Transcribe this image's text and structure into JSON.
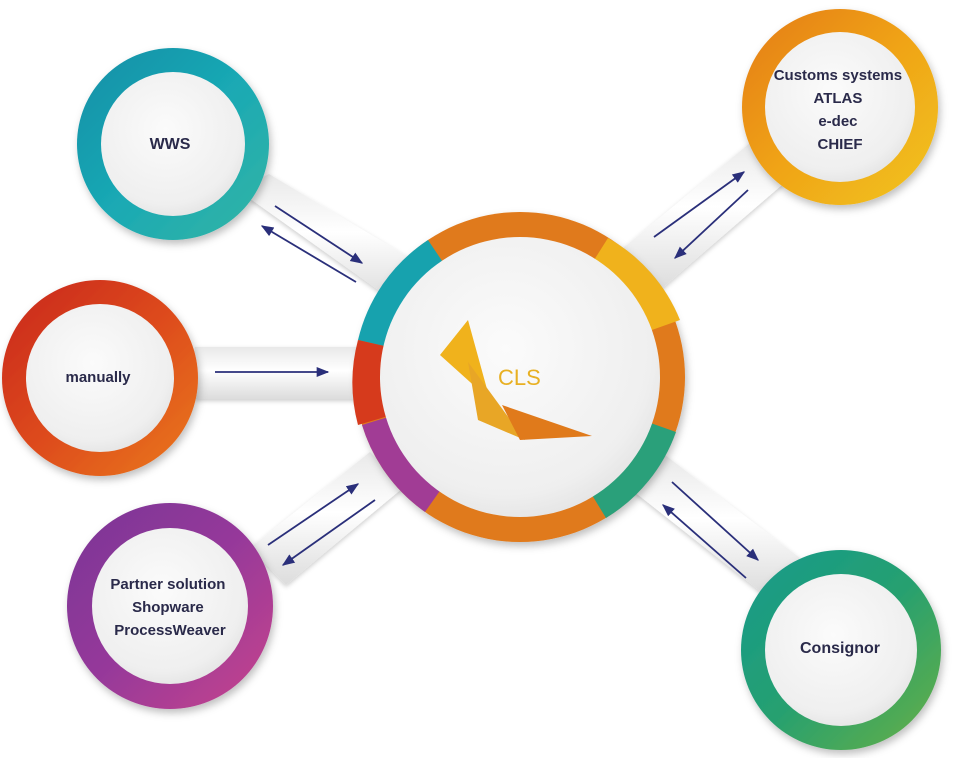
{
  "center": {
    "label": "CLS"
  },
  "nodes": {
    "wws": {
      "lines": [
        "WWS"
      ]
    },
    "manually": {
      "lines": [
        "manually"
      ]
    },
    "partner": {
      "lines": [
        "Partner solution",
        "Shopware",
        "ProcessWeaver"
      ]
    },
    "customs": {
      "lines": [
        "Customs systems",
        "ATLAS",
        "e-dec",
        "CHIEF"
      ]
    },
    "consignor": {
      "lines": [
        "Consignor"
      ]
    }
  },
  "colors": {
    "text": "#2a2a4a",
    "arrow": "#2a2f7a",
    "wws_ring": "#17a2ae",
    "manually_ring": "#d93a1c",
    "partner_ring": "#8d3a98",
    "customs_ring": "#f0a418",
    "consignor_ring": "#2aa070",
    "cls_orange": "#e07a1b",
    "cls_yellow": "#e8b023"
  },
  "connections": [
    {
      "from": "wws",
      "to": "center",
      "direction": "both"
    },
    {
      "from": "manually",
      "to": "center",
      "direction": "to-center"
    },
    {
      "from": "partner",
      "to": "center",
      "direction": "both"
    },
    {
      "from": "customs",
      "to": "center",
      "direction": "both"
    },
    {
      "from": "consignor",
      "to": "center",
      "direction": "both"
    }
  ]
}
